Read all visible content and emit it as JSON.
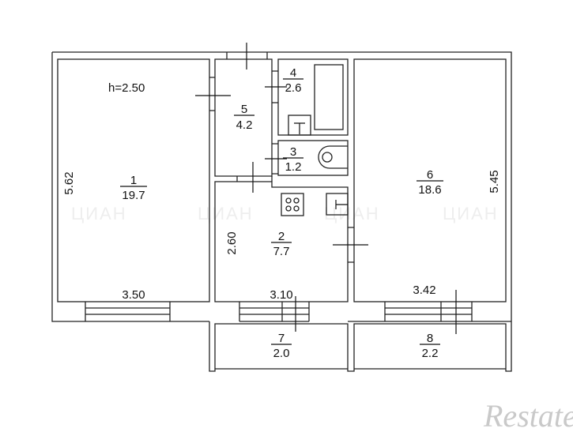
{
  "plan": {
    "ceiling_height": "h=2.50",
    "rooms": [
      {
        "number": "1",
        "area": "19.7"
      },
      {
        "number": "2",
        "area": "7.7"
      },
      {
        "number": "3",
        "area": "1.2"
      },
      {
        "number": "4",
        "area": "2.6"
      },
      {
        "number": "5",
        "area": "4.2"
      },
      {
        "number": "6",
        "area": "18.6"
      },
      {
        "number": "7",
        "area": "2.0"
      },
      {
        "number": "8",
        "area": "2.2"
      }
    ],
    "dimensions": {
      "room1_height": "5.62",
      "room1_width": "3.50",
      "kitchen_height": "2.60",
      "kitchen_width": "3.10",
      "room6_height": "5.45",
      "room6_width": "3.42"
    }
  },
  "watermark": {
    "logo": "Restate",
    "faint_text": "ЦИАН"
  }
}
